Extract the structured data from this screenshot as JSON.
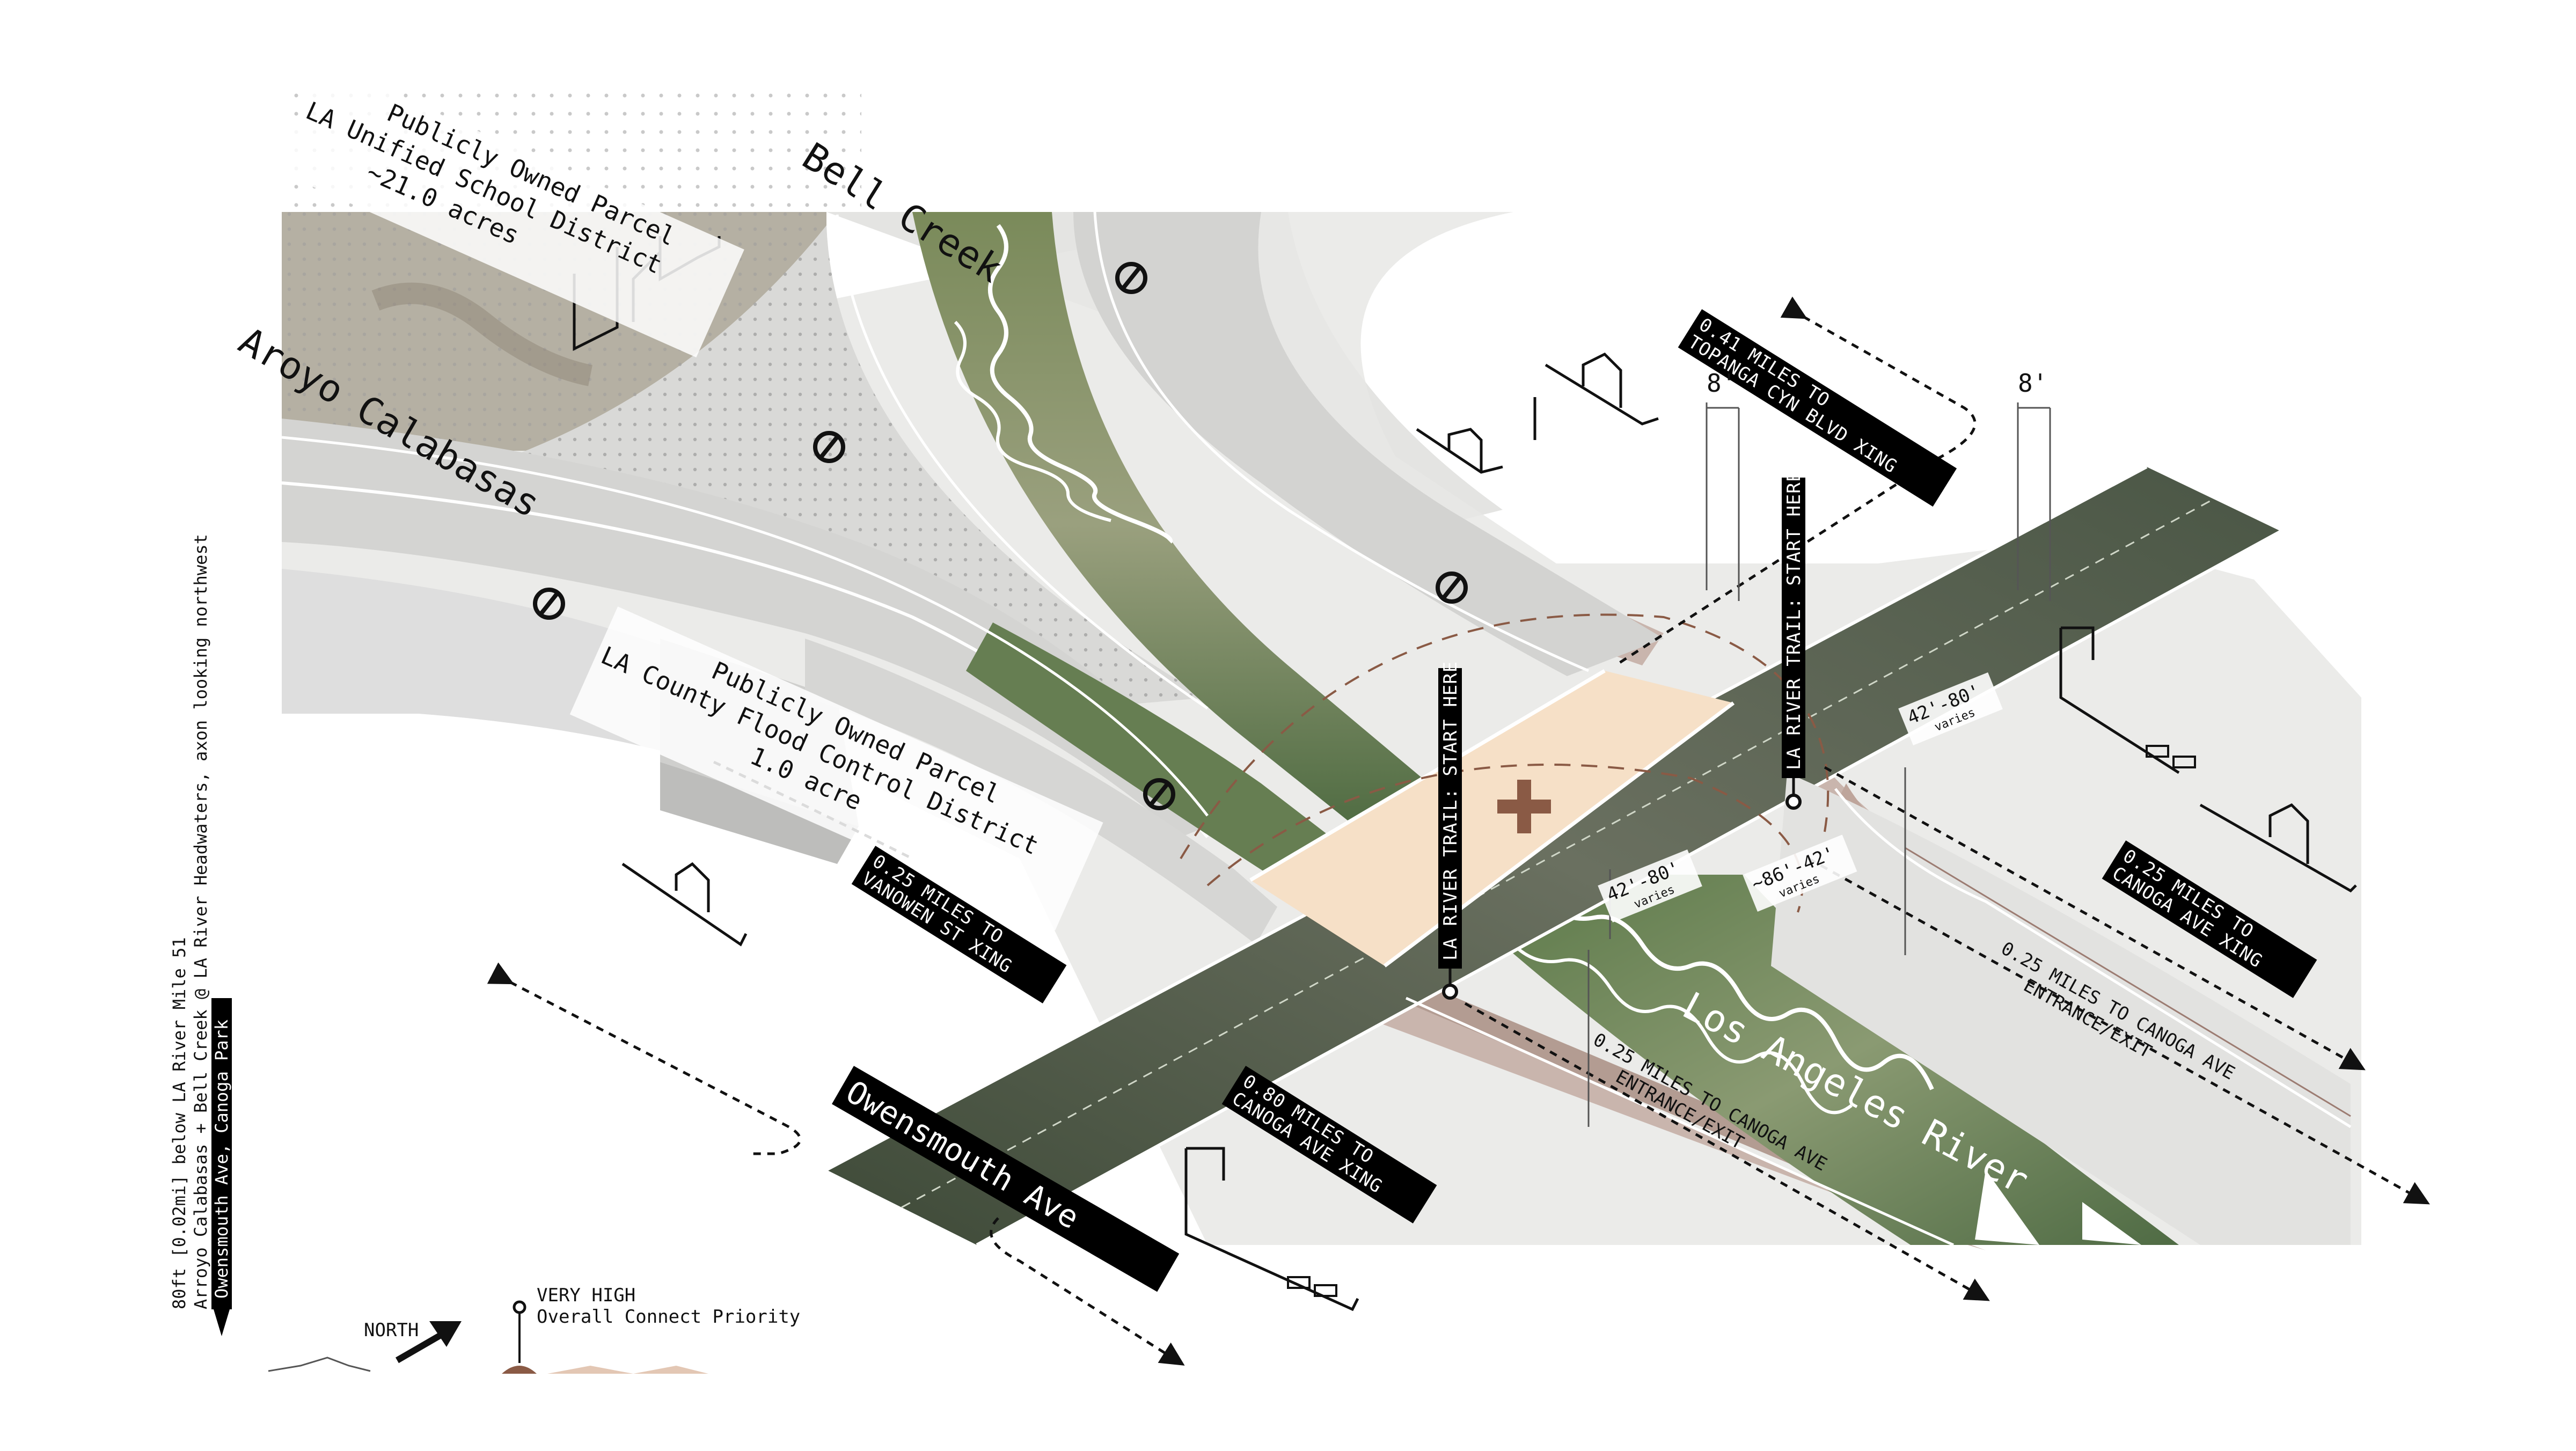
{
  "parcels": {
    "school": {
      "line1": "Publicly Owned Parcel",
      "line2": "LA Unified School District",
      "line3": "~21.0 acres"
    },
    "flood": {
      "line1": "Publicly Owned Parcel",
      "line2": "LA County Flood Control District",
      "line3": "1.0 acre"
    }
  },
  "waterways": {
    "bell_creek": "Bell Creek",
    "arroyo": "Aroyo Calabasas",
    "la_river": "Los Angeles River"
  },
  "streets": {
    "owensmouth": "Owensmouth Ave"
  },
  "trail_markers": [
    "LA RIVER TRAIL: START HERE",
    "LA RIVER TRAIL: START HERE"
  ],
  "distance_tags": {
    "topanga": [
      "0.41 MILES TO",
      "TOPANGA CYN BLVD XING"
    ],
    "vanowen": [
      "0.25 MILES TO",
      "VANOWEN ST XING"
    ],
    "canoga_xing": [
      "0.80 MILES TO",
      "CANOGA AVE XING"
    ],
    "canoga_east": [
      "0.25 MILES TO",
      "CANOGA AVE XING"
    ]
  },
  "route_notes": {
    "upper": [
      "0.25 MILES TO CANOGA AVE",
      "ENTRANCE/EXIT"
    ],
    "lower": [
      "0.25 MILES TO CANOGA AVE",
      "ENTRANCE/EXIT"
    ]
  },
  "dimensions": {
    "width_left": "8'",
    "width_right": "8'",
    "span_a": "42'-80'",
    "span_a_note": "varies",
    "span_b": "42'-80'",
    "span_b_note": "varies",
    "span_c": "~86'-42'",
    "span_c_note": "varies"
  },
  "caption": {
    "line1": "80ft [0.02mi] below LA River Mile 51",
    "line2": "Arroyo Calabasas + Bell Creek @ LA River Headwaters, axon looking northwest",
    "line3": "Owensmouth Ave, Canoga Park"
  },
  "legend": {
    "north": "NORTH",
    "priority_level": "VERY HIGH",
    "priority_label": "Overall Connect Priority"
  },
  "colors": {
    "water_green": "#6f8a5e",
    "pavement": "#d8d8d6",
    "pink_slope": "#c9b5ad",
    "bridge_deck": "#f3d6b4",
    "tag_black": "#000000"
  }
}
